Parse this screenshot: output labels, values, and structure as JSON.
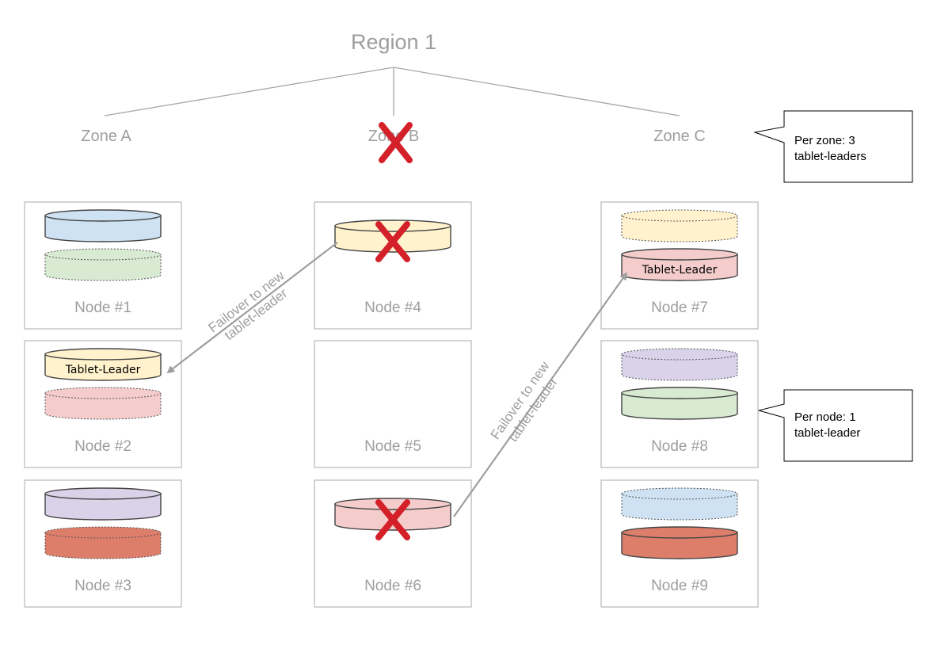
{
  "region": {
    "title": "Region 1"
  },
  "zones": [
    {
      "label": "Zone A",
      "failed": false
    },
    {
      "label": "Zone B",
      "failed": true
    },
    {
      "label": "Zone C",
      "failed": false
    }
  ],
  "nodes": [
    {
      "label": "Node #1",
      "tablets": [
        {
          "color": "#cfe2f3",
          "leader": true,
          "label": ""
        },
        {
          "color": "#d9ead3",
          "leader": false,
          "label": ""
        }
      ]
    },
    {
      "label": "Node #2",
      "tablets": [
        {
          "color": "#fff2cc",
          "leader": true,
          "label": "Tablet-Leader"
        },
        {
          "color": "#f4cccc",
          "leader": false,
          "label": ""
        }
      ]
    },
    {
      "label": "Node #3",
      "tablets": [
        {
          "color": "#d9d2e9",
          "leader": true,
          "label": ""
        },
        {
          "color": "#dd7e6b",
          "leader": false,
          "label": ""
        }
      ]
    },
    {
      "label": "Node #4",
      "tablets": [
        {
          "color": "#fff2cc",
          "leader": true,
          "label": "",
          "failed": true
        }
      ]
    },
    {
      "label": "Node #5",
      "tablets": []
    },
    {
      "label": "Node #6",
      "tablets": [
        {
          "color": "#f4cccc",
          "leader": true,
          "label": "",
          "failed": true
        }
      ]
    },
    {
      "label": "Node #7",
      "tablets": [
        {
          "color": "#fff2cc",
          "leader": false,
          "label": ""
        },
        {
          "color": "#f4cccc",
          "leader": true,
          "label": "Tablet-Leader"
        }
      ]
    },
    {
      "label": "Node #8",
      "tablets": [
        {
          "color": "#d9d2e9",
          "leader": false,
          "label": ""
        },
        {
          "color": "#d9ead3",
          "leader": true,
          "label": ""
        }
      ]
    },
    {
      "label": "Node #9",
      "tablets": [
        {
          "color": "#cfe2f3",
          "leader": false,
          "label": ""
        },
        {
          "color": "#dd7e6b",
          "leader": true,
          "label": ""
        }
      ]
    }
  ],
  "failovers": [
    {
      "line1": "Failover to new",
      "line2": "tablet-leader",
      "from": "Node #4",
      "to": "Node #2"
    },
    {
      "line1": "Failover to new",
      "line2": "tablet-leader",
      "from": "Node #6",
      "to": "Node #7"
    }
  ],
  "callouts": {
    "per_zone": {
      "line1": "Per zone: 3",
      "line2": "tablet-leaders"
    },
    "per_node": {
      "line1": "Per node: 1",
      "line2": "tablet-leader"
    }
  },
  "colors": {
    "cross": "#d32029",
    "box_border": "#bdbdbd",
    "label_gray": "#9e9e9e"
  }
}
